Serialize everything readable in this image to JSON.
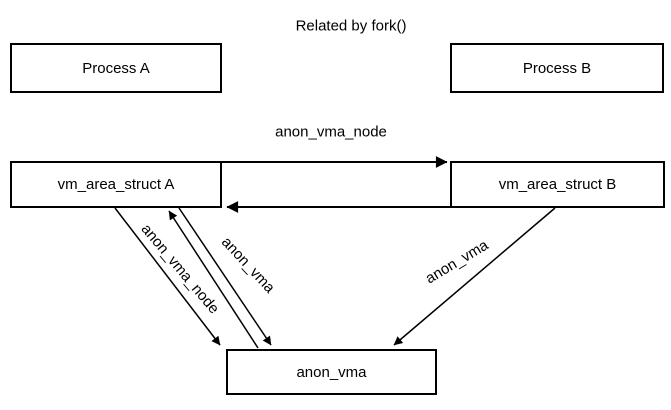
{
  "title": "Related by fork()",
  "nodes": {
    "process_a": "Process A",
    "process_b": "Process B",
    "vma_a": "vm_area_struct A",
    "vma_b": "vm_area_struct B",
    "anon_vma": "anon_vma"
  },
  "edge_labels": {
    "list_top": "anon_vma_node",
    "left_node": "anon_vma_node",
    "left_vma": "anon_vma",
    "right_vma": "anon_vma"
  },
  "colors": {
    "line": "#000000",
    "background": "#ffffff"
  }
}
